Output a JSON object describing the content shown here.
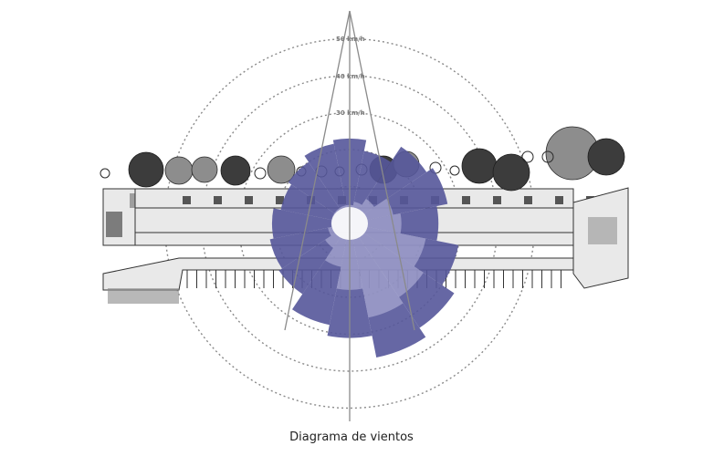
{
  "caption": "Diagrama de vientos",
  "ring_labels": [
    "50 km/h",
    "40 km/h",
    "30 km/h"
  ],
  "rose": {
    "rings_kmh": [
      10,
      20,
      30,
      40,
      50
    ],
    "directions": 16,
    "petals_kmh": [
      23,
      20,
      25,
      27,
      24,
      30,
      34,
      37,
      31,
      28,
      23,
      22,
      21,
      19,
      20,
      22
    ],
    "inner_petals_kmh": [
      5,
      6,
      8,
      12,
      14,
      21,
      24,
      26,
      18,
      12,
      8,
      6,
      5,
      5,
      5,
      5
    ],
    "colors": {
      "petal": "#55569a",
      "petal_inner": "#c5c6e6",
      "ring": "#8a8a8a"
    }
  }
}
